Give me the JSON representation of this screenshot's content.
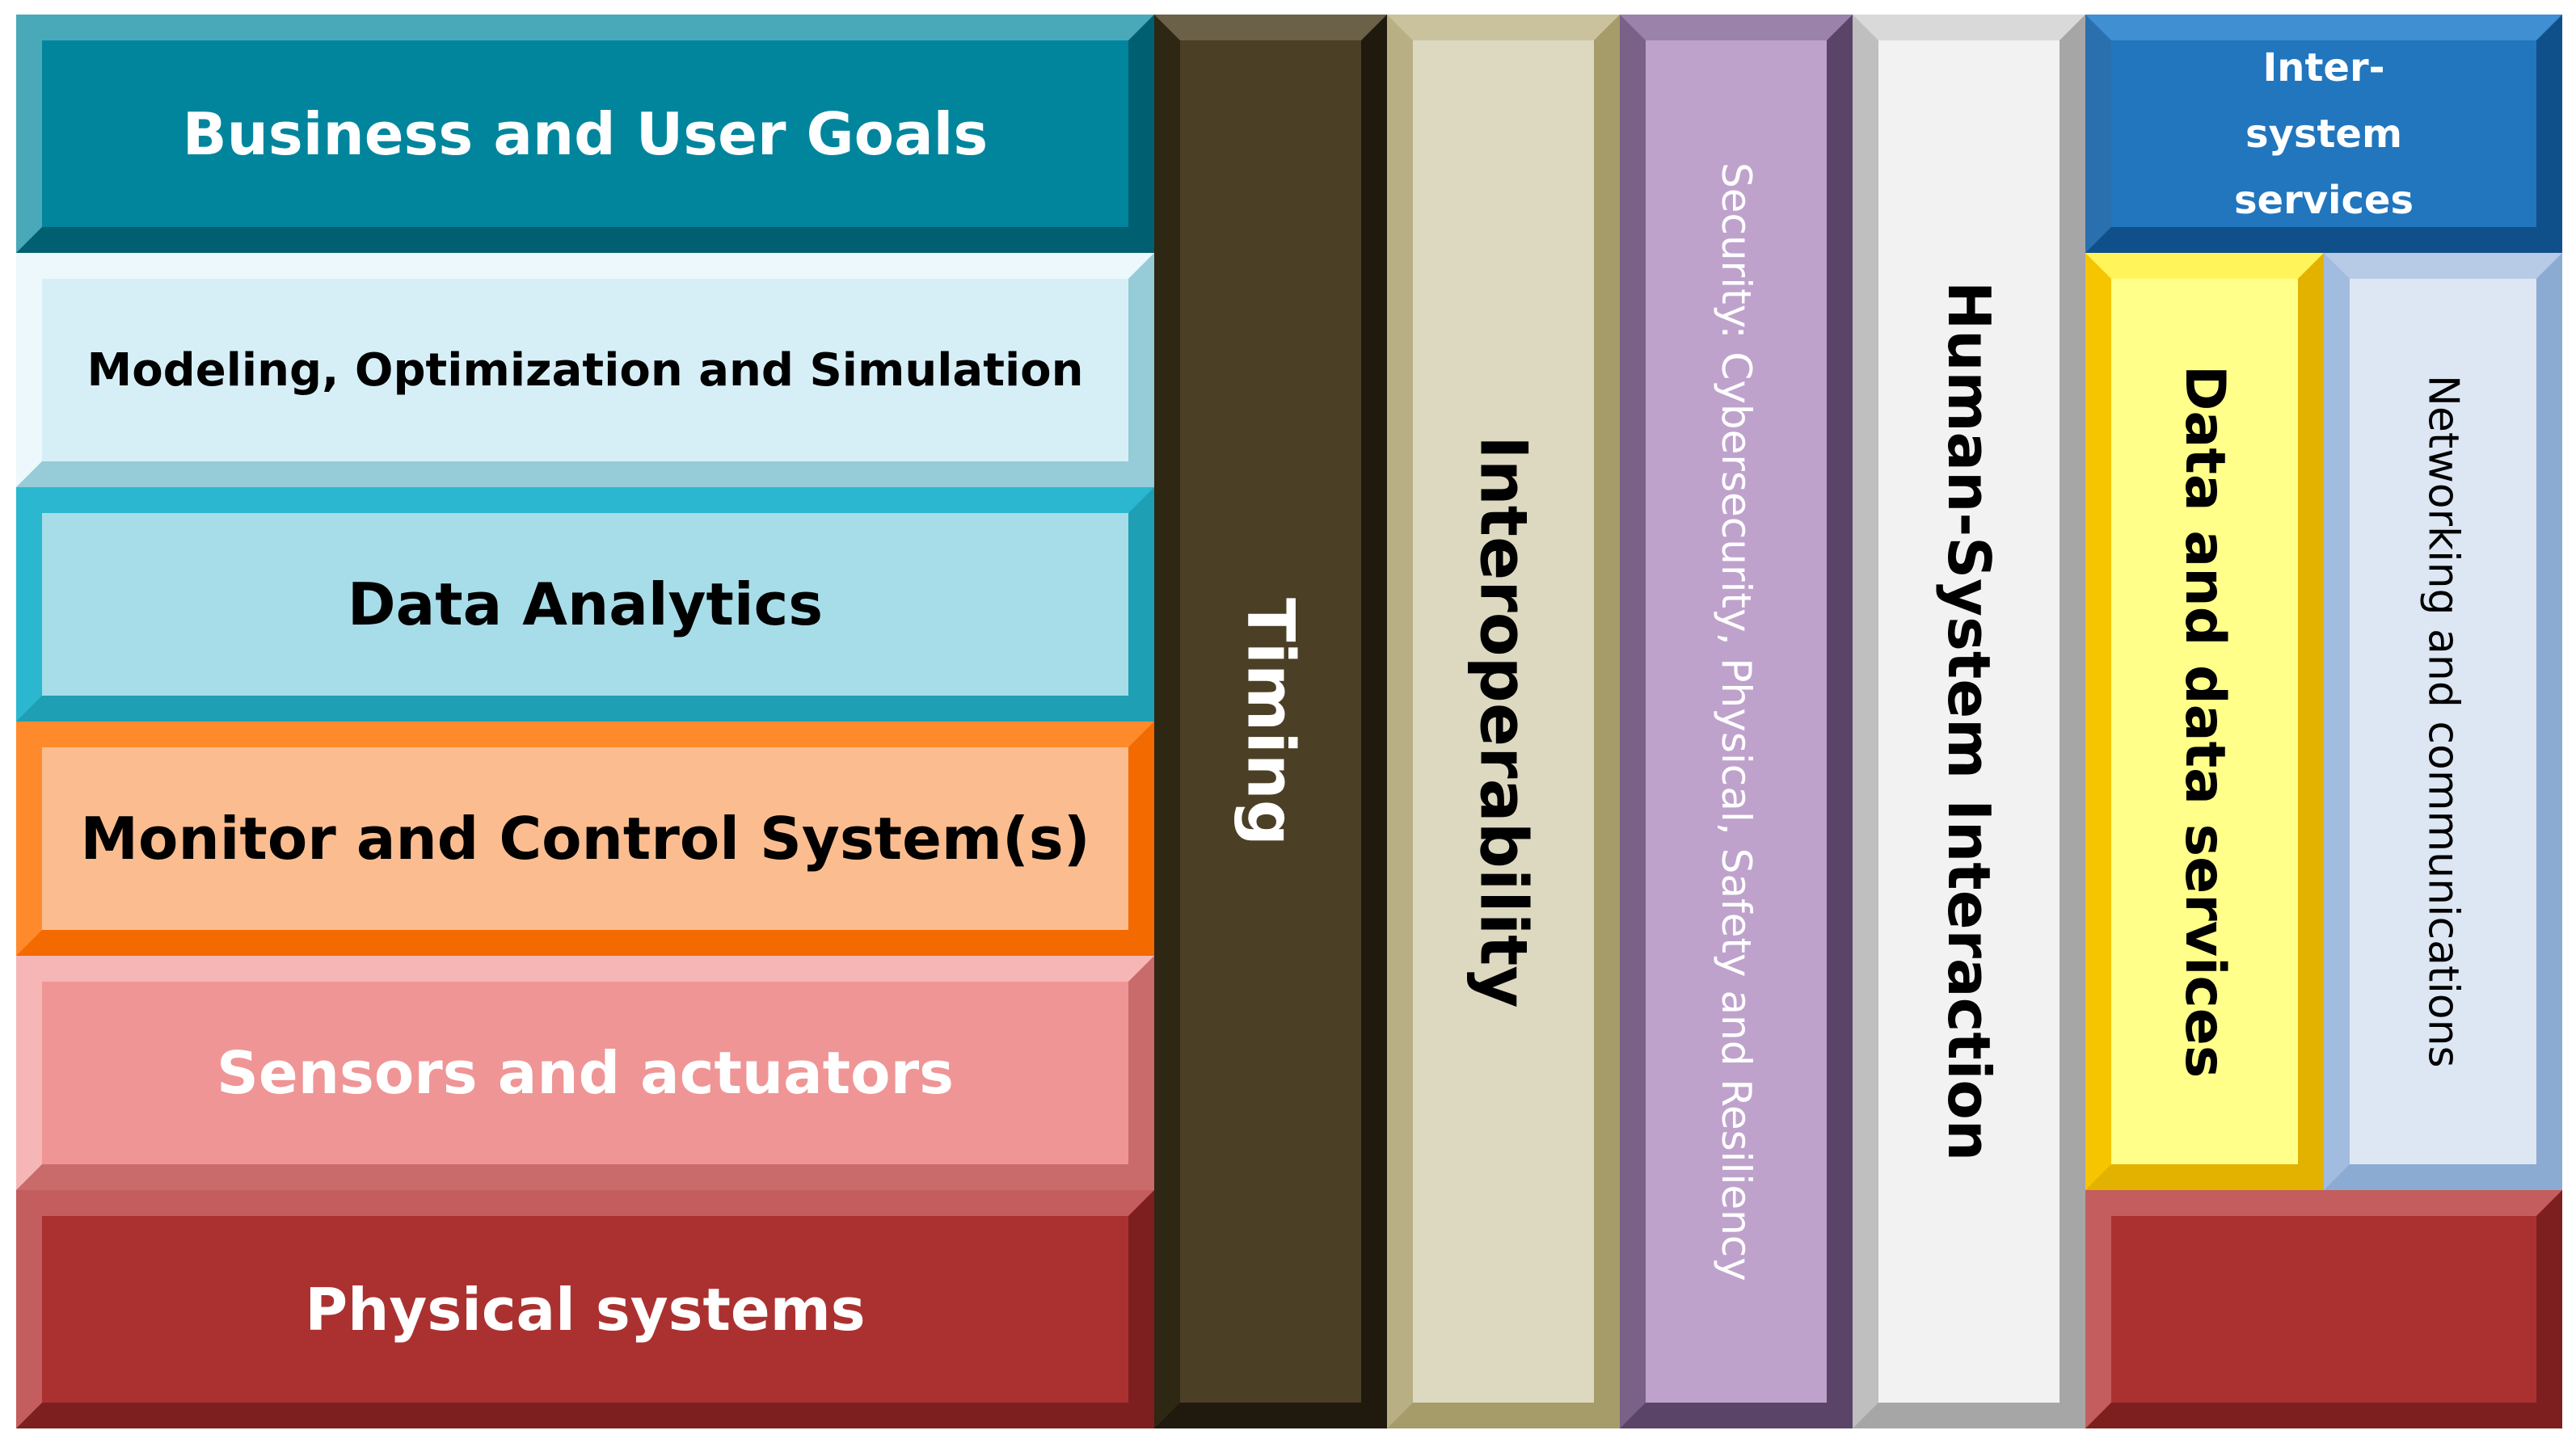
{
  "layers": [
    {
      "id": "business",
      "label": "Business and User Goals",
      "fill": "#00859d",
      "text_color": "#ffffff"
    },
    {
      "id": "modeling",
      "label": "Modeling, Optimization and Simulation",
      "fill": "#d6eff6",
      "text_color": "#000000"
    },
    {
      "id": "analytics",
      "label": "Data Analytics",
      "fill": "#a7dde8",
      "text_color": "#000000"
    },
    {
      "id": "monitor",
      "label": "Monitor and Control System(s)",
      "fill": "#fbbd8f",
      "text_color": "#000000"
    },
    {
      "id": "sensors",
      "label": "Sensors and actuators",
      "fill": "#ef9595",
      "text_color": "#ffffff"
    },
    {
      "id": "physical",
      "label": "Physical systems",
      "fill": "#ab3131",
      "text_color": "#ffffff"
    }
  ],
  "columns": [
    {
      "id": "timing",
      "label": "Timing",
      "fill": "#4b3f25",
      "text_color": "#ffffff"
    },
    {
      "id": "interoperability",
      "label": "Interoperability",
      "fill": "#ddd8c0",
      "text_color": "#000000"
    },
    {
      "id": "security",
      "label": "Security: Cybersecurity, Physical, Safety and Resiliency",
      "fill": "#bea2cc",
      "text_color": "#ffffff"
    },
    {
      "id": "human",
      "label": "Human-System Interaction",
      "fill": "#f2f2f2",
      "text_color": "#000000"
    }
  ],
  "right_group": {
    "inter_system": {
      "label": "Inter-system services",
      "fill": "#2176be",
      "text_color": "#ffffff"
    },
    "data_services": {
      "label": "Data and data services",
      "fill": "#ffff8a",
      "text_color": "#000000"
    },
    "networking": {
      "label": "Networking and communications",
      "fill": "#dde6f3",
      "text_color": "#000000"
    },
    "physical_base": {
      "fill": "#ab3131"
    }
  }
}
